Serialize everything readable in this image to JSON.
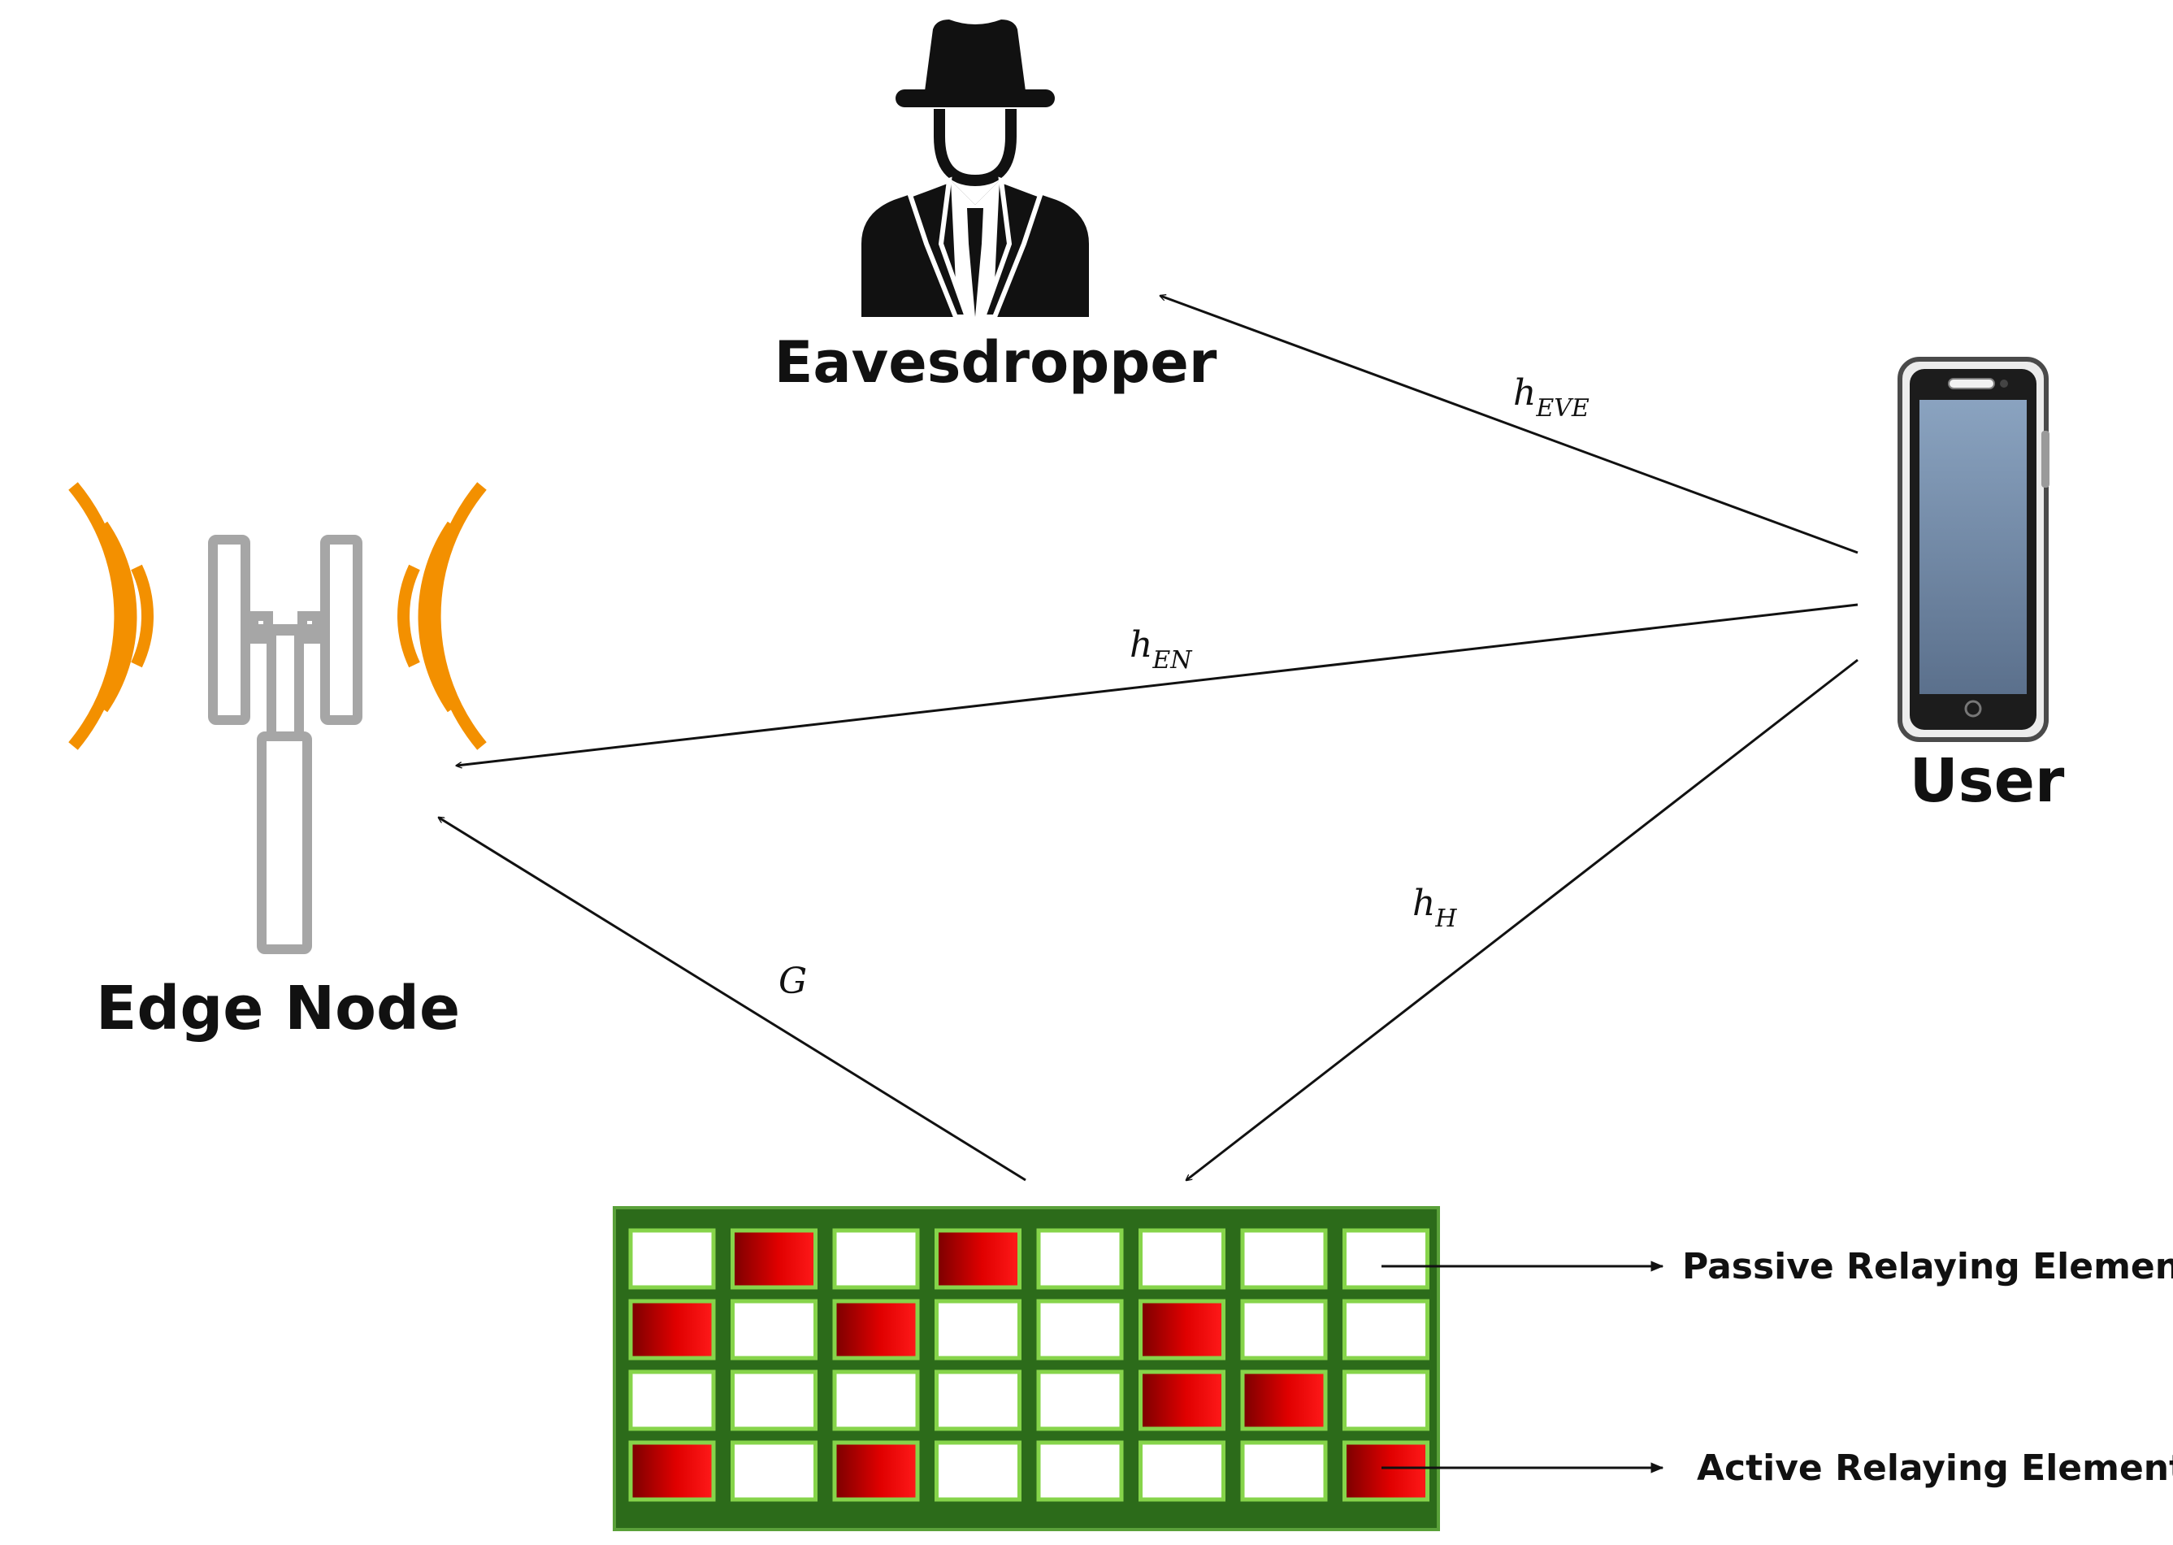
{
  "nodes": {
    "eavesdropper": "Eavesdropper",
    "user": "User",
    "edge_node": "Edge Node"
  },
  "channels": {
    "eve": {
      "main": "h",
      "sub": "EVE"
    },
    "en": {
      "main": "h",
      "sub": "EN"
    },
    "h": {
      "main": "h",
      "sub": "H"
    },
    "g": {
      "main": "G"
    }
  },
  "legend": {
    "passive": "Passive Relaying Element",
    "active": "Active Relaying Element"
  },
  "ris": {
    "rows": 4,
    "cols": 8,
    "active_cells": [
      [
        0,
        1
      ],
      [
        0,
        3
      ],
      [
        1,
        0
      ],
      [
        1,
        2
      ],
      [
        1,
        5
      ],
      [
        2,
        5
      ],
      [
        2,
        6
      ],
      [
        3,
        0
      ],
      [
        3,
        2
      ],
      [
        3,
        7
      ]
    ]
  },
  "colors": {
    "board": "#2c6b1a",
    "cell_border": "#86d44a",
    "passive": "#ffffff",
    "active": "#dd0000",
    "wave": "#f39000",
    "tower": "#a6a6a6",
    "arrow": "#111111"
  }
}
